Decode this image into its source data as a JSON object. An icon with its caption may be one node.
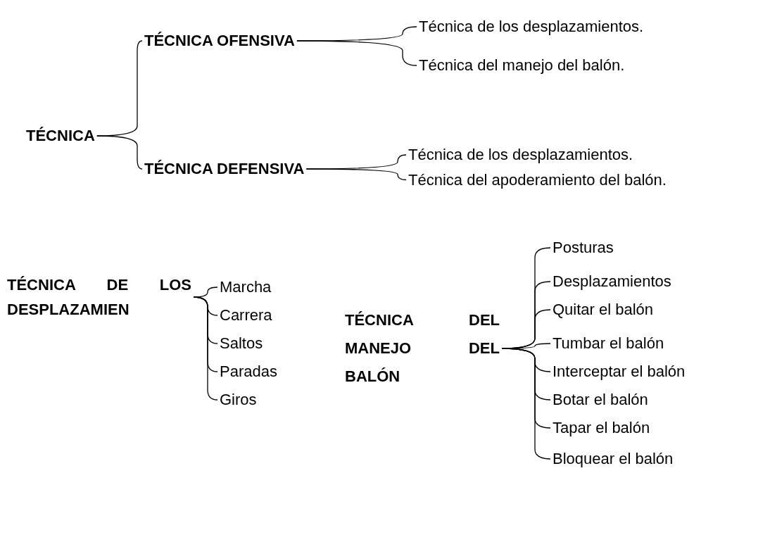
{
  "diagram": {
    "nodes": [
      {
        "text": [
          "TÉCNICA"
        ]
      },
      {
        "text": [
          "TÉCNICA OFENSIVA"
        ]
      },
      {
        "text": [
          "TÉCNICA DEFENSIVA"
        ]
      },
      {
        "text": [
          "Técnica de los desplazamientos."
        ]
      },
      {
        "text": [
          "Técnica del manejo del balón."
        ]
      },
      {
        "text": [
          "Técnica de los desplazamientos."
        ]
      },
      {
        "text": [
          "Técnica del apoderamiento del balón."
        ]
      },
      {
        "text": [
          "TÉCNICA DE LOS DESPLAZAMIEN"
        ]
      },
      {
        "text": [
          "Marcha"
        ]
      },
      {
        "text": [
          "Carrera"
        ]
      },
      {
        "text": [
          "Saltos"
        ]
      },
      {
        "text": [
          "Paradas"
        ]
      },
      {
        "text": [
          "Giros"
        ]
      },
      {
        "text": [
          "TÉCNICA DEL MANEJO DEL BALÓN"
        ]
      },
      {
        "text": [
          "Posturas"
        ]
      },
      {
        "text": [
          "Desplazamientos"
        ]
      },
      {
        "text": [
          "Quitar el balón"
        ]
      },
      {
        "text": [
          "Tumbar el balón"
        ]
      },
      {
        "text": [
          "Interceptar el balón"
        ]
      },
      {
        "text": [
          "Botar el balón"
        ]
      },
      {
        "text": [
          "Tapar el balón"
        ]
      },
      {
        "text": [
          "Bloquear el balón"
        ]
      }
    ],
    "edges": [
      {
        "from": 0,
        "to": 1,
        "arrow": "none"
      },
      {
        "from": 0,
        "to": 2,
        "arrow": "none"
      },
      {
        "from": 1,
        "to": 3,
        "arrow": "none"
      },
      {
        "from": 1,
        "to": 4,
        "arrow": "none"
      },
      {
        "from": 2,
        "to": 5,
        "arrow": "none"
      },
      {
        "from": 2,
        "to": 6,
        "arrow": "none"
      },
      {
        "from": 7,
        "to": 8,
        "arrow": "none"
      },
      {
        "from": 7,
        "to": 9,
        "arrow": "none"
      },
      {
        "from": 7,
        "to": 10,
        "arrow": "none"
      },
      {
        "from": 7,
        "to": 11,
        "arrow": "none"
      },
      {
        "from": 7,
        "to": 12,
        "arrow": "none"
      },
      {
        "from": 13,
        "to": 14,
        "arrow": "none"
      },
      {
        "from": 13,
        "to": 15,
        "arrow": "none"
      },
      {
        "from": 13,
        "to": 16,
        "arrow": "none"
      },
      {
        "from": 13,
        "to": 17,
        "arrow": "none"
      },
      {
        "from": 13,
        "to": 18,
        "arrow": "none"
      },
      {
        "from": 13,
        "to": 19,
        "arrow": "none"
      },
      {
        "from": 13,
        "to": 20,
        "arrow": "none"
      },
      {
        "from": 13,
        "to": 21,
        "arrow": "none"
      }
    ]
  }
}
